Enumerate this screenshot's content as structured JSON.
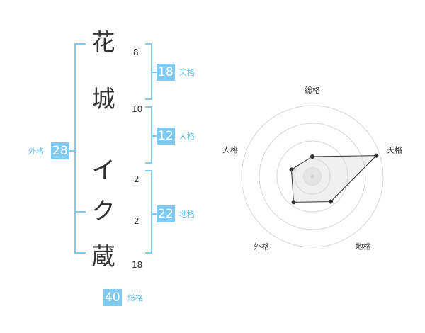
{
  "name_chars": [
    {
      "char": "花",
      "strokes": "8"
    },
    {
      "char": "城",
      "strokes": "10"
    },
    {
      "char": "イ",
      "strokes": "2"
    },
    {
      "char": "ク",
      "strokes": "2"
    },
    {
      "char": "蔵",
      "strokes": "18"
    }
  ],
  "fortune": {
    "tenkaku": {
      "value": "18",
      "label": "天格"
    },
    "jinkaku": {
      "value": "12",
      "label": "人格"
    },
    "chikaku": {
      "value": "22",
      "label": "地格"
    },
    "gaikaku": {
      "value": "28",
      "label": "外格"
    },
    "soukaku": {
      "value": "40",
      "label": "総格"
    }
  },
  "colors": {
    "accent": "#7fcaf2",
    "label": "#6bbdea",
    "text": "#333333"
  },
  "chart_data": {
    "type": "radar",
    "axes": [
      "総格",
      "天格",
      "地格",
      "外格",
      "人格"
    ],
    "rings": 4,
    "values": [
      0.28,
      0.95,
      0.44,
      0.45,
      0.31
    ]
  }
}
